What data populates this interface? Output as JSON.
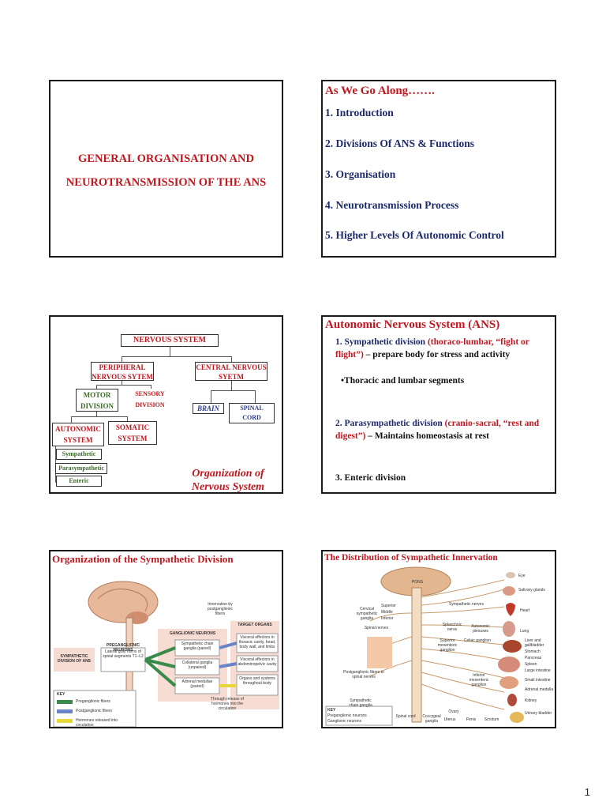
{
  "slide1": {
    "title_line1": "GENERAL ORGANISATION AND",
    "title_line2": "NEUROTRANSMISSION OF THE ANS"
  },
  "slide2": {
    "heading": "As We Go Along…….",
    "items": [
      "1. Introduction",
      "2. Divisions Of ANS & Functions",
      "3. Organisation",
      "4. Neurotransmission Process",
      "5. Higher Levels Of Autonomic Control"
    ]
  },
  "slide3": {
    "nervous_system": "NERVOUS SYSTEM",
    "peripheral_1": "PERIPHERAL",
    "peripheral_2": "NERVOUS SYTEM",
    "central_1": "CENTRAL NERVOUS",
    "central_2": "SYETM",
    "motor_1": "MOTOR",
    "motor_2": "DIVISION",
    "sensory_1": "SENSORY",
    "sensory_2": "DIVISION",
    "brain": "BRAIN",
    "spinal_1": "SPINAL",
    "spinal_2": "CORD",
    "autonomic_1": "AUTONOMIC",
    "autonomic_2": "SYSTEM",
    "somatic_1": "SOMATIC",
    "somatic_2": "SYSTEM",
    "sympathetic": "Sympathetic",
    "parasympathetic": "Parasympathetic",
    "enteric": "Enteric",
    "caption_1": "Organization of",
    "caption_2": "Nervous System"
  },
  "slide4": {
    "heading": "Autonomic Nervous System (ANS)",
    "p1_num": "1. Sympathetic division ",
    "p1_red": "(thoraco-lumbar, “fight or flight”)",
    "p1_rest": " – prepare body for stress and activity",
    "p1_bullet": "•Thoracic and lumbar segments",
    "p2_num": "2. Parasympathetic division ",
    "p2_red": "(cranio-sacral, “rest and digest”)",
    "p2_rest": " – Maintains homeostasis at rest",
    "p3": "3. Enteric division"
  },
  "slide5": {
    "heading": "Organization of the Sympathetic Division",
    "target_organs": "TARGET ORGANS",
    "ganglionic_neurons": "GANGLIONIC NEURONS",
    "preganglionic_neurons": "PREGANGLIONIC NEURONS",
    "sympathetic_division": "SYMPATHETIC DIVISION OF ANS",
    "lateral_gray": "Lateral gray horns of spinal segments T1–L2",
    "chain_ganglia": "Sympathetic chain ganglia (paired)",
    "collateral_ganglia": "Collateral ganglia (unpaired)",
    "adrenal_medullae": "Adrenal medullae (paired)",
    "visceral_thoracic": "Visceral effectors in thoracic cavity, head, body wall, and limbs",
    "visceral_abdominopelvic": "Visceral effectors in abdominopelvic cavity",
    "organs_systems": "Organs and systems throughout body",
    "innervation": "Innervation by postganglionic fibers",
    "hormones_release": "Through release of hormones into the circulation",
    "key": "KEY",
    "key_pre": "Preganglionic fibers",
    "key_post": "Postganglionic fibers",
    "key_horm": "Hormones released into circulation"
  },
  "slide6": {
    "heading": "The Distribution of Sympathetic Innervation",
    "labels": {
      "pons": "PONS",
      "eye": "Eye",
      "salivary": "Salivary glands",
      "heart": "Heart",
      "lung": "Lung",
      "liver": "Liver and gallbladder",
      "stomach": "Stomach",
      "pancreas": "Pancreas",
      "spleen": "Spleen",
      "large_intestine": "Large intestine",
      "small_intestine": "Small intestine",
      "adrenal": "Adrenal medulla",
      "kidney": "Kidney",
      "bladder": "Urinary bladder",
      "cervical": "Cervical sympathetic ganglia",
      "superior": "Superior",
      "middle": "Middle",
      "inferior": "Inferior",
      "spinal_nerves": "Spinal nerves",
      "sympathetic_nerves": "Sympathetic nerves",
      "splanchnic": "Splanchnic nerve",
      "autonomic_plexuses": "Autonomic plexuses",
      "celiac": "Celiac ganglion",
      "superior_mesenteric": "Superior mesenteric ganglion",
      "inferior_mesenteric": "Inferior mesenteric ganglion",
      "postganglionic_fibers": "Postganglionic fibers to spinal nerves",
      "chain_ganglia": "Sympathetic chain ganglia",
      "spinal_cord": "Spinal cord",
      "coccygeal": "Coccygeal ganglia",
      "ovary": "Ovary",
      "uterus": "Uterus",
      "penis": "Penis",
      "scrotum": "Scrotum",
      "key": "KEY",
      "key_pre": "Preganglionic neurons",
      "key_gang": "Ganglionic neurons"
    }
  },
  "page_number": "1"
}
